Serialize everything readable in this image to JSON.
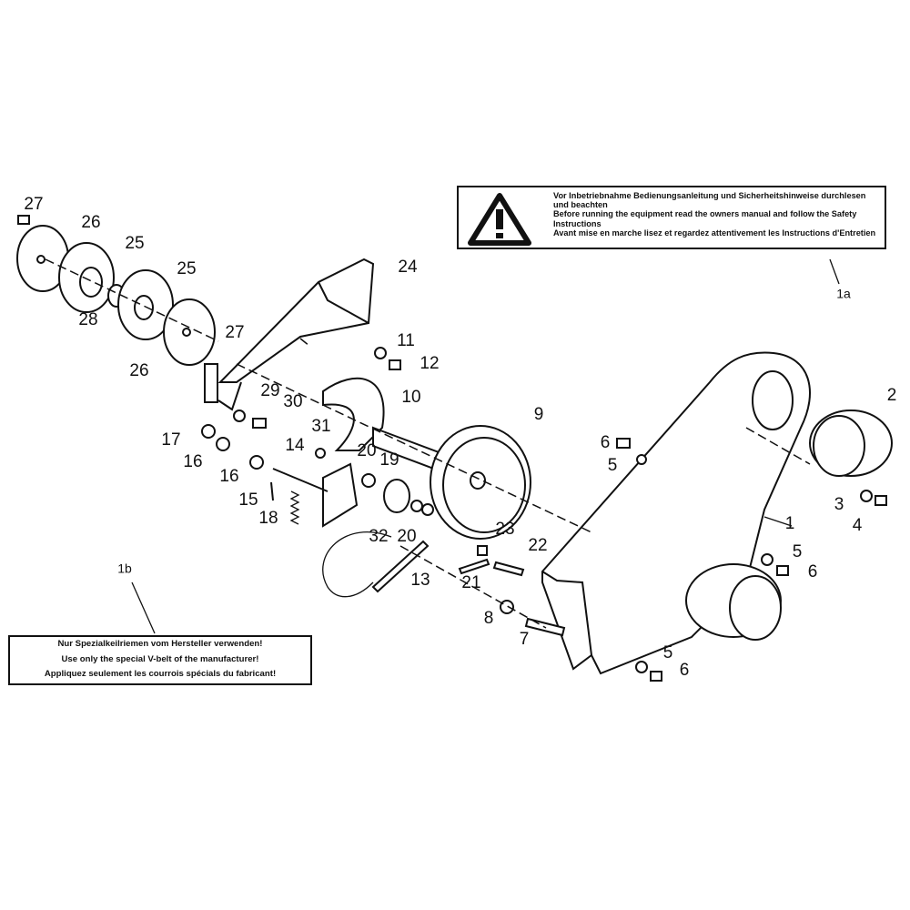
{
  "warning_1a": {
    "icon": "warning-triangle-icon",
    "lines": [
      "Vor Inbetriebnahme Bedienungsanleitung und Sicherheitshinweise durchlesen und beachten",
      "Before running the equipment read the owners manual and follow the Safety Instructions",
      "Avant mise en marche lisez et regardez attentivement les Instructions d'Entretien"
    ]
  },
  "warning_1b": {
    "lines": [
      "Nur Spezialkeilriemen vom Hersteller verwenden!",
      "Use only the special V-belt of the manufacturer!",
      "Appliquez seulement les courrois spécials du fabricant!"
    ]
  },
  "callouts": [
    "27",
    "26",
    "25",
    "25",
    "28",
    "27",
    "26",
    "24",
    "11",
    "12",
    "10",
    "29",
    "30",
    "9",
    "2",
    "6",
    "5",
    "31",
    "20",
    "19",
    "17",
    "16",
    "14",
    "16",
    "15",
    "18",
    "32",
    "20",
    "23",
    "22",
    "21",
    "13",
    "1",
    "3",
    "4",
    "5",
    "6",
    "8",
    "7",
    "5",
    "6",
    "1a",
    "1b"
  ]
}
